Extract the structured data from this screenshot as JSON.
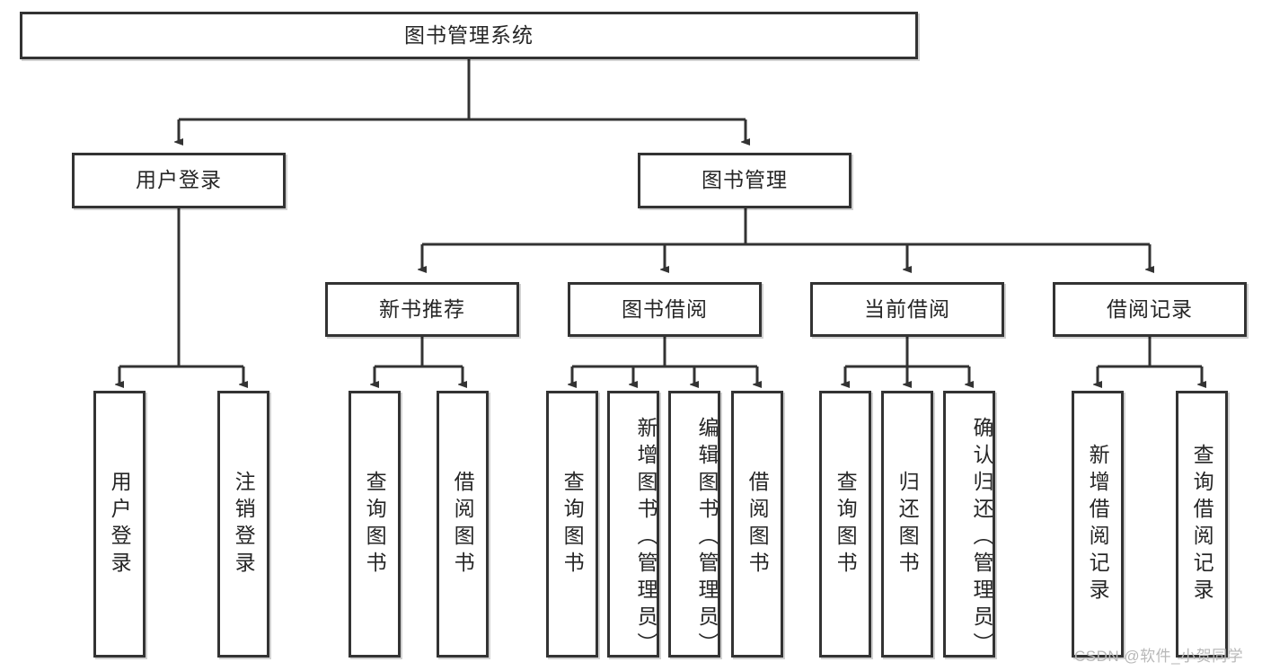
{
  "diagram": {
    "type": "tree-hierarchy",
    "title": "图书管理系统",
    "root": {
      "id": "root",
      "label": "图书管理系统",
      "orientation": "horizontal"
    },
    "level2": [
      {
        "id": "user-login",
        "label": "用户登录",
        "orientation": "horizontal"
      },
      {
        "id": "book-manage",
        "label": "图书管理",
        "orientation": "horizontal"
      }
    ],
    "level3": [
      {
        "id": "new-book-rec",
        "label": "新书推荐",
        "orientation": "horizontal",
        "parent": "book-manage"
      },
      {
        "id": "book-borrow",
        "label": "图书借阅",
        "orientation": "horizontal",
        "parent": "book-manage"
      },
      {
        "id": "current-borrow",
        "label": "当前借阅",
        "orientation": "horizontal",
        "parent": "book-manage"
      },
      {
        "id": "borrow-record",
        "label": "借阅记录",
        "orientation": "horizontal",
        "parent": "book-manage"
      }
    ],
    "leaves": [
      {
        "id": "leaf-user-login",
        "label": "用户登录",
        "parent": "user-login"
      },
      {
        "id": "leaf-user-logout",
        "label": "注销登录",
        "parent": "user-login"
      },
      {
        "id": "leaf-query-book-1",
        "label": "查询图书",
        "parent": "new-book-rec"
      },
      {
        "id": "leaf-borrow-book-1",
        "label": "借阅图书",
        "parent": "new-book-rec"
      },
      {
        "id": "leaf-query-book-2",
        "label": "查询图书",
        "parent": "book-borrow"
      },
      {
        "id": "leaf-add-book",
        "label": "新增图书（管理员）",
        "parent": "book-borrow"
      },
      {
        "id": "leaf-edit-book",
        "label": "编辑图书（管理员）",
        "parent": "book-borrow"
      },
      {
        "id": "leaf-borrow-book-2",
        "label": "借阅图书",
        "parent": "book-borrow"
      },
      {
        "id": "leaf-query-book-3",
        "label": "查询图书",
        "parent": "current-borrow"
      },
      {
        "id": "leaf-return-book",
        "label": "归还图书",
        "parent": "current-borrow"
      },
      {
        "id": "leaf-confirm-return",
        "label": "确认归还（管理员）",
        "parent": "current-borrow"
      },
      {
        "id": "leaf-add-record",
        "label": "新增借阅记录",
        "parent": "borrow-record"
      },
      {
        "id": "leaf-query-record",
        "label": "查询借阅记录",
        "parent": "borrow-record"
      }
    ],
    "watermark": "CSDN @软件_小贺同学",
    "colors": {
      "border": "#333333",
      "text": "#262626",
      "background": "#ffffff",
      "watermark": "#b8b8b8"
    }
  }
}
